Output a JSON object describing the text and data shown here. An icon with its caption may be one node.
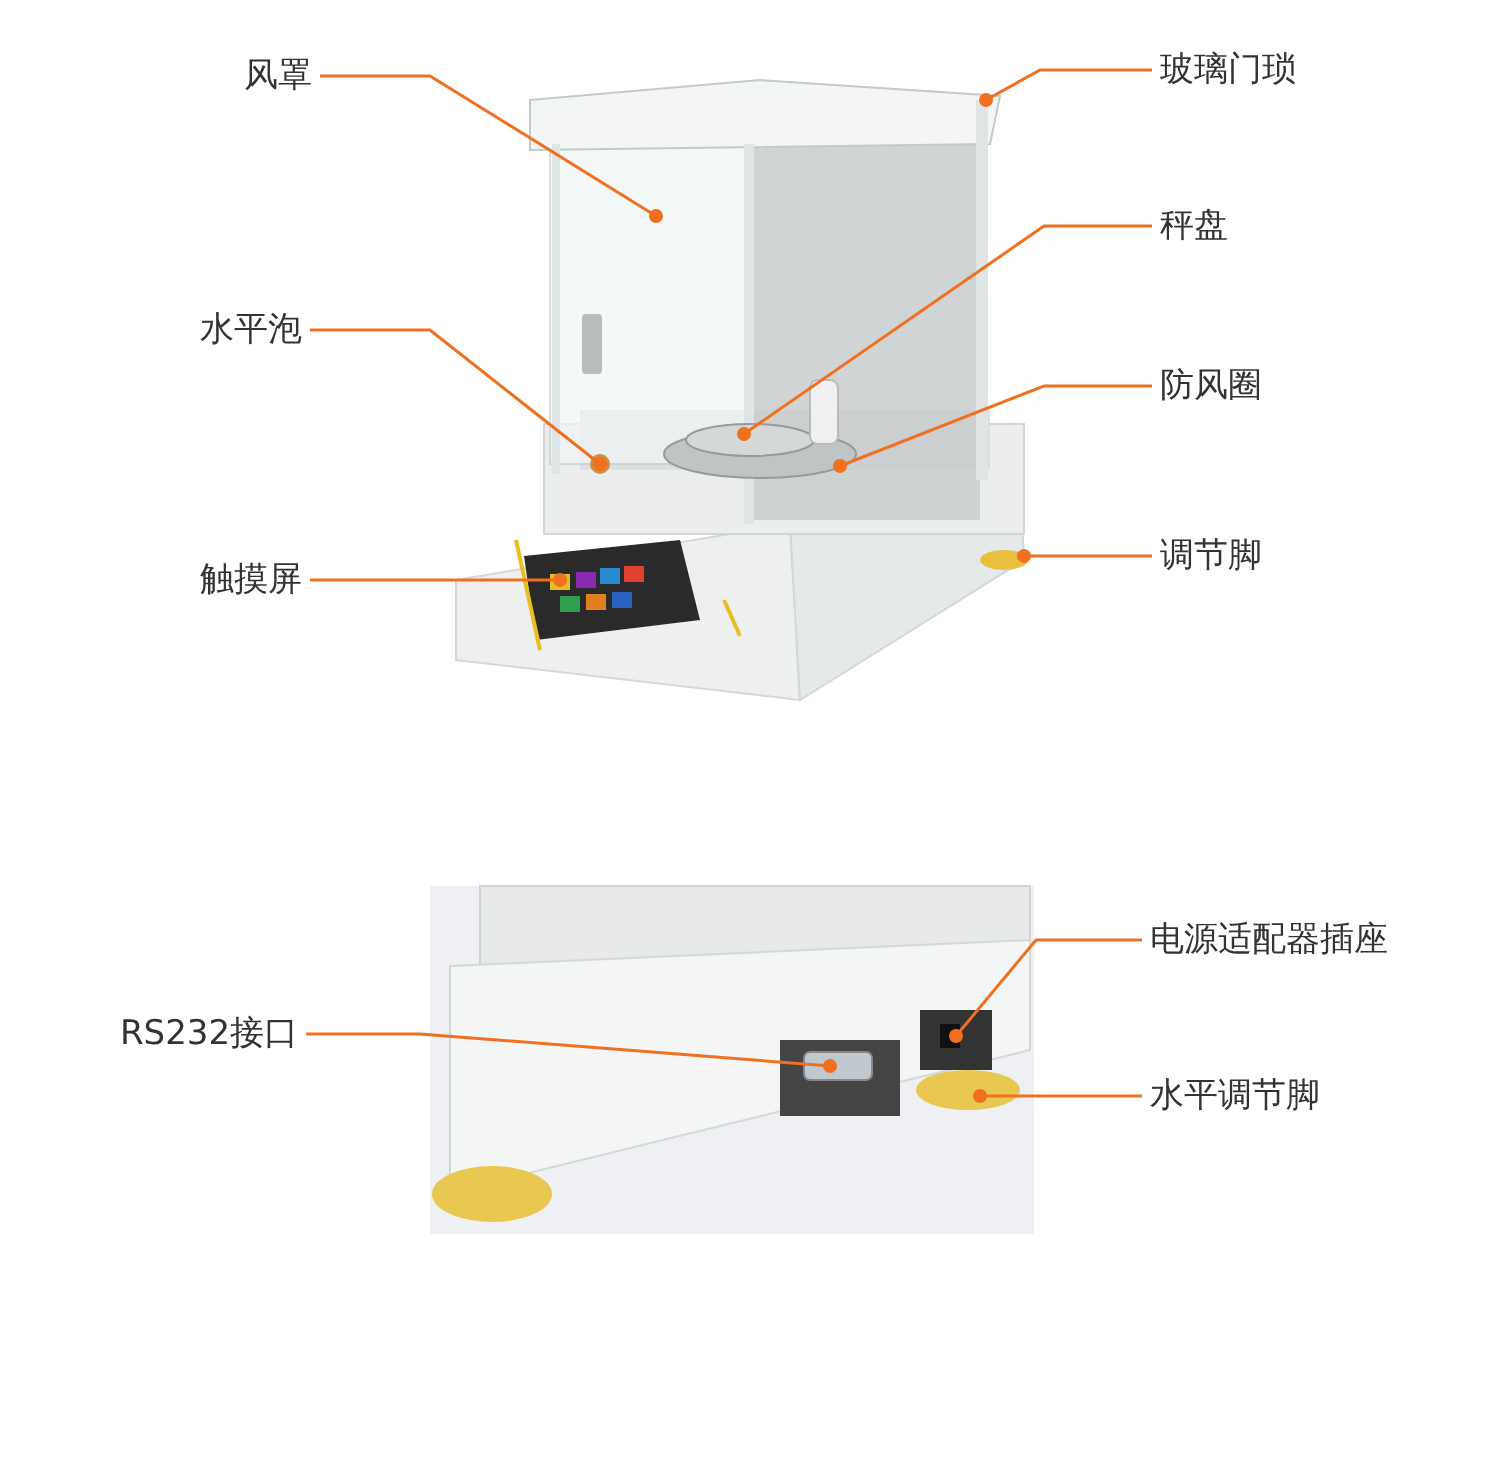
{
  "diagram": {
    "nodes": [
      {
        "text": [
          "风罩"
        ]
      },
      {
        "text": [
          "玻璃门琐"
        ]
      },
      {
        "text": [
          "秤盘"
        ]
      },
      {
        "text": [
          "水平泡"
        ]
      },
      {
        "text": [
          "防风圈"
        ]
      },
      {
        "text": [
          "触摸屏"
        ]
      },
      {
        "text": [
          "调节脚"
        ]
      },
      {
        "text": [
          "电源适配器插座"
        ]
      },
      {
        "text": [
          "RS232接口"
        ]
      },
      {
        "text": [
          "水平调节脚"
        ]
      }
    ],
    "edges": [
      {
        "from": 0,
        "to": null,
        "arrow": "other"
      },
      {
        "from": 1,
        "to": null,
        "arrow": "other"
      },
      {
        "from": 2,
        "to": null,
        "arrow": "other"
      },
      {
        "from": 3,
        "to": null,
        "arrow": "other"
      },
      {
        "from": 4,
        "to": null,
        "arrow": "other"
      },
      {
        "from": 5,
        "to": null,
        "arrow": "other"
      },
      {
        "from": 6,
        "to": null,
        "arrow": "other"
      },
      {
        "from": 7,
        "to": null,
        "arrow": "other"
      },
      {
        "from": 8,
        "to": null,
        "arrow": "other"
      },
      {
        "from": 9,
        "to": null,
        "arrow": "other"
      }
    ]
  }
}
